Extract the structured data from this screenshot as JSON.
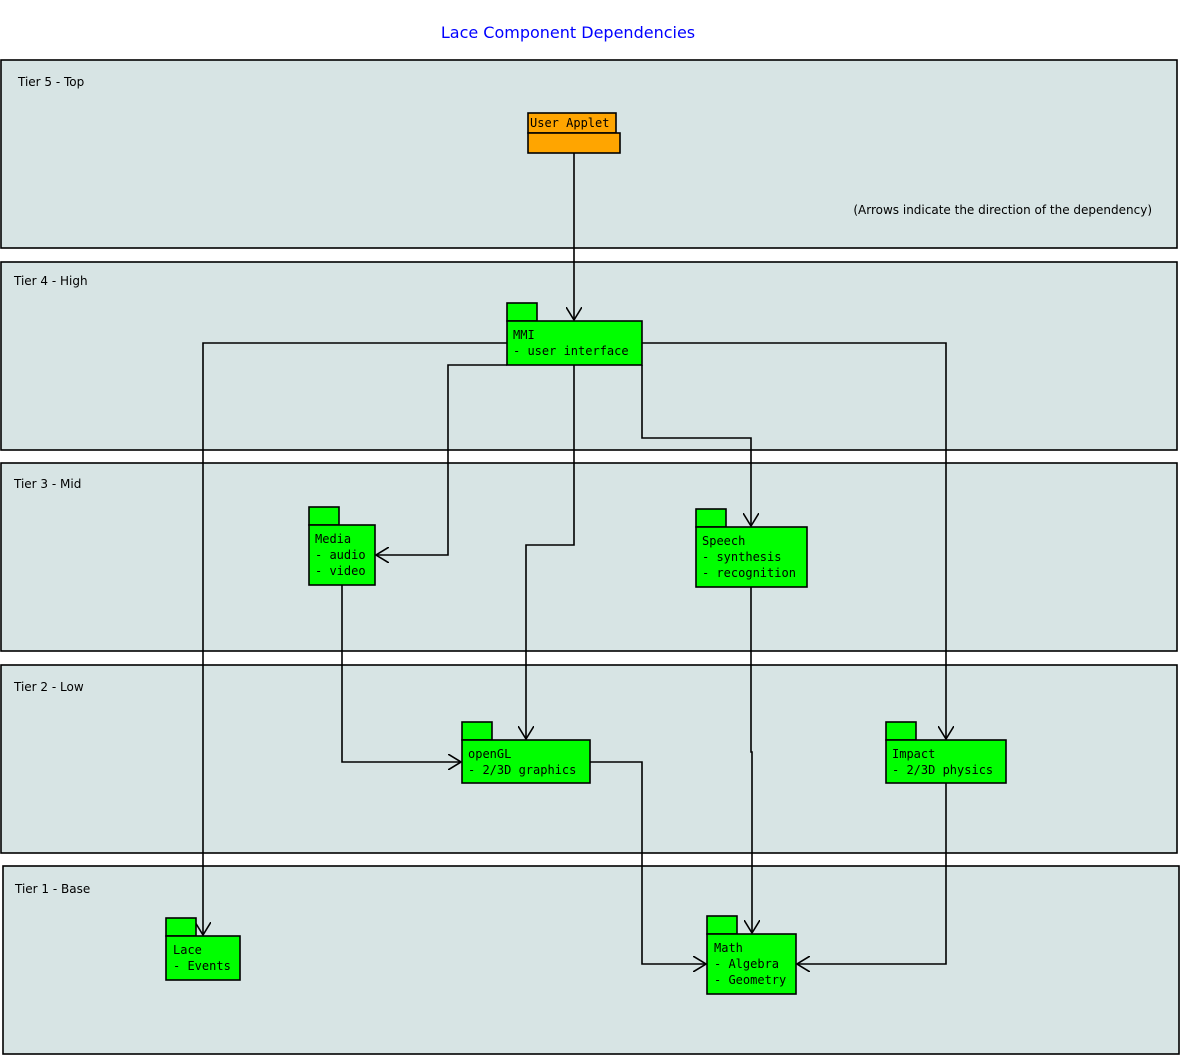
{
  "title": "Lace Component Dependencies",
  "note": "(Arrows indicate the direction of the dependency)",
  "colors": {
    "title": "#0000ff",
    "tier_fill": "#d7e4e4",
    "package": "#00ff00",
    "applet": "#ffa500"
  },
  "tiers": [
    "Tier 5 - Top",
    "Tier 4 - High",
    "Tier 3 - Mid",
    "Tier 2 - Low",
    "Tier 1 - Base"
  ],
  "packages": {
    "applet": {
      "name": "User Applet",
      "lines": []
    },
    "mmi": {
      "name": "MMI",
      "lines": [
        "- user interface"
      ]
    },
    "media": {
      "name": "Media",
      "lines": [
        "- audio",
        "- video"
      ]
    },
    "speech": {
      "name": "Speech",
      "lines": [
        "- synthesis",
        "- recognition"
      ]
    },
    "opengl": {
      "name": "openGL",
      "lines": [
        "- 2/3D graphics"
      ]
    },
    "impact": {
      "name": "Impact",
      "lines": [
        "- 2/3D physics"
      ]
    },
    "lace": {
      "name": "Lace",
      "lines": [
        "- Events"
      ]
    },
    "math": {
      "name": "Math",
      "lines": [
        "- Algebra",
        "- Geometry"
      ]
    }
  },
  "dependencies": [
    [
      "User Applet",
      "MMI"
    ],
    [
      "MMI",
      "Lace"
    ],
    [
      "MMI",
      "Impact"
    ],
    [
      "MMI",
      "Media"
    ],
    [
      "MMI",
      "openGL"
    ],
    [
      "MMI",
      "Speech"
    ],
    [
      "Media",
      "openGL"
    ],
    [
      "Speech",
      "Math"
    ],
    [
      "openGL",
      "Math"
    ],
    [
      "Impact",
      "Math"
    ]
  ]
}
